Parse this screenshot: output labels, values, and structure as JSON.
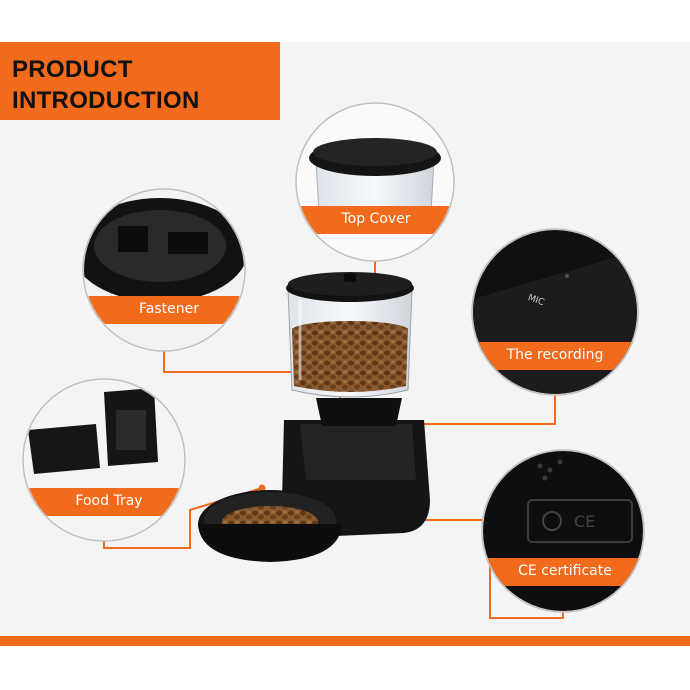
{
  "banner": {
    "line1": "PRODUCT",
    "line2": "INTRODUCTION"
  },
  "callouts": {
    "top_cover": "Top Cover",
    "fastener": "Fastener",
    "recording": "The recording",
    "food_tray": "Food Tray",
    "ce_certificate": "CE certificate"
  },
  "mic_label": "MIC",
  "colors": {
    "accent": "#f26a1b",
    "device": "#151515",
    "background": "#f4f4f4",
    "kibble": "#7a4a25"
  }
}
